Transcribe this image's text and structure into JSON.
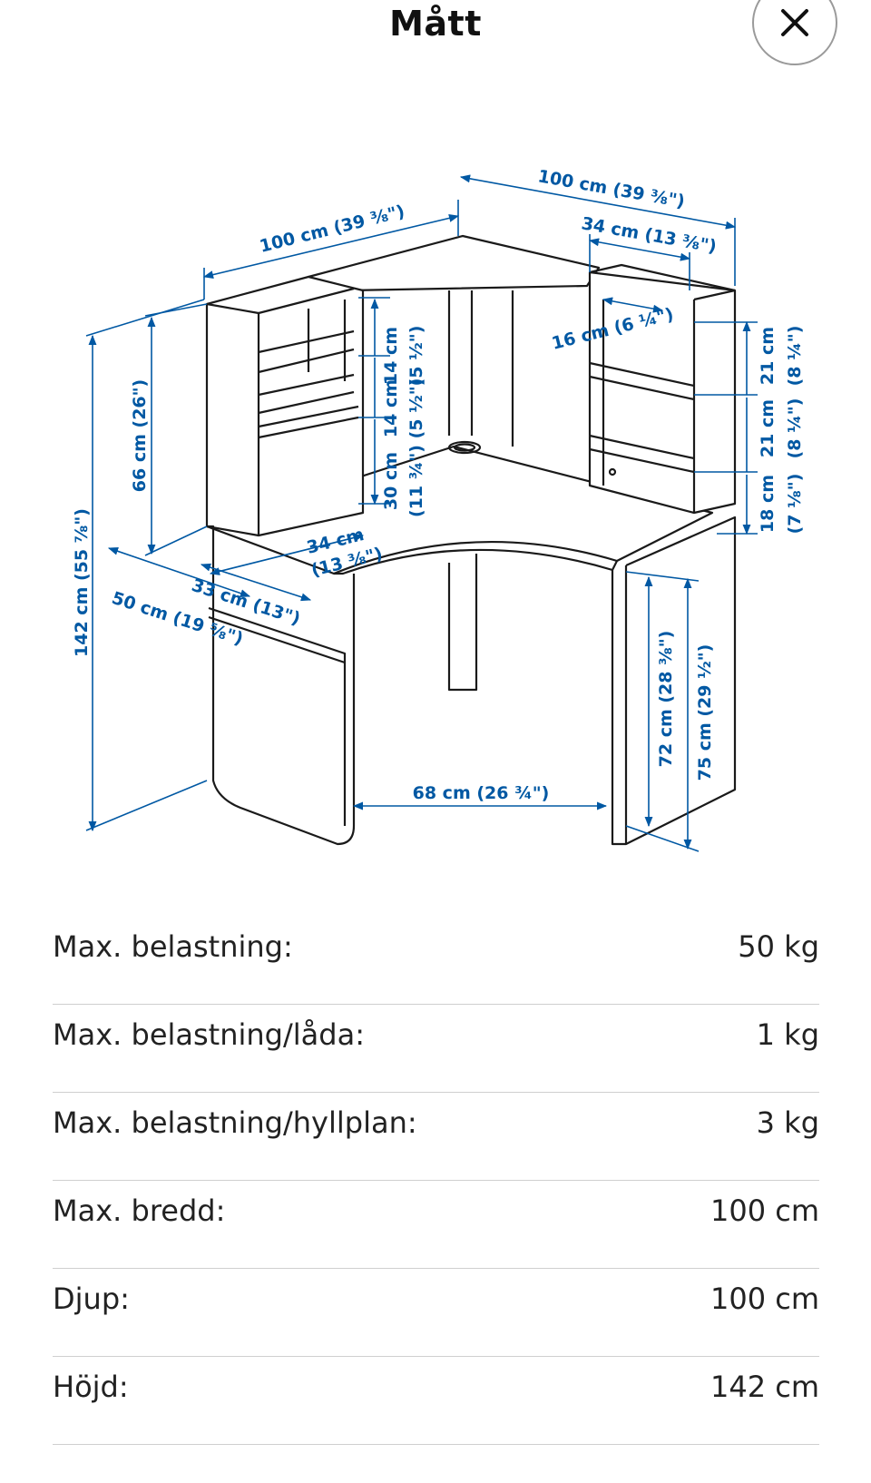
{
  "header": {
    "title": "Mått",
    "close_icon": "close-icon"
  },
  "diagram": {
    "line_color": "#1a1a1a",
    "dimension_color": "#0058a3",
    "labels": {
      "top_left_width": "100 cm (39 ⅜\")",
      "top_right_width": "100 cm (39 ⅜\")",
      "right_shelf_depth": "34 cm (13 ⅜\")",
      "right_shelf_inner": "16 cm (6 ¼\")",
      "total_height": "142 cm (55 ⅞\")",
      "upper_height": "66 cm (26\")",
      "shelf_gap_1_cm": "14 cm",
      "shelf_gap_1_in": "(5 ½\")",
      "shelf_gap_2_cm": "14 cm",
      "shelf_gap_2_in": "(5 ½\")",
      "cabinet_height_cm": "30 cm",
      "cabinet_height_in": "(11 ¾\")",
      "right_gap_1_cm": "21 cm",
      "right_gap_1_in": "(8 ¼\")",
      "right_gap_2_cm": "21 cm",
      "right_gap_2_in": "(8 ¼\")",
      "right_gap_3_cm": "18 cm",
      "right_gap_3_in": "(7 ⅛\")",
      "left_shelf_depth_cm": "34 cm",
      "left_shelf_depth_in": "(13 ⅜\")",
      "desk_edge_depth": "33 cm (13\")",
      "desk_depth": "50 cm (19 ⅝\")",
      "leg_gap": "68 cm (26 ¾\")",
      "desk_height_1": "72 cm (28 ⅜\")",
      "desk_height_2": "75 cm (29 ½\")"
    }
  },
  "specs": [
    {
      "label": "Max. belastning:",
      "value": "50 kg"
    },
    {
      "label": "Max. belastning/låda:",
      "value": "1 kg"
    },
    {
      "label": "Max. belastning/hyllplan:",
      "value": "3 kg"
    },
    {
      "label": "Max. bredd:",
      "value": "100 cm"
    },
    {
      "label": "Djup:",
      "value": "100 cm"
    },
    {
      "label": "Höjd:",
      "value": "142 cm"
    }
  ]
}
